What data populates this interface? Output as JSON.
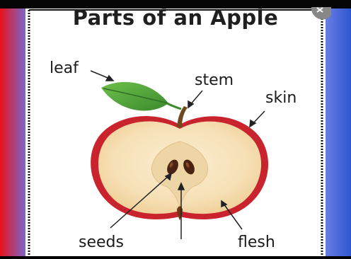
{
  "title": "Parts of an Apple",
  "labels": {
    "leaf": "leaf",
    "stem": "stem",
    "skin": "skin",
    "seeds": "seeds",
    "flesh": "flesh"
  },
  "colors": {
    "left_edge": "#e8121a",
    "right_edge": "#3f63d6",
    "poster_background": "#ffffff",
    "apple_skin": "#c9242d",
    "apple_flesh": "#f7e3bd",
    "core": "#eed5a6",
    "seed": "#4a2212",
    "leaf": "#52a23a",
    "stem": "#6d4a1d"
  }
}
